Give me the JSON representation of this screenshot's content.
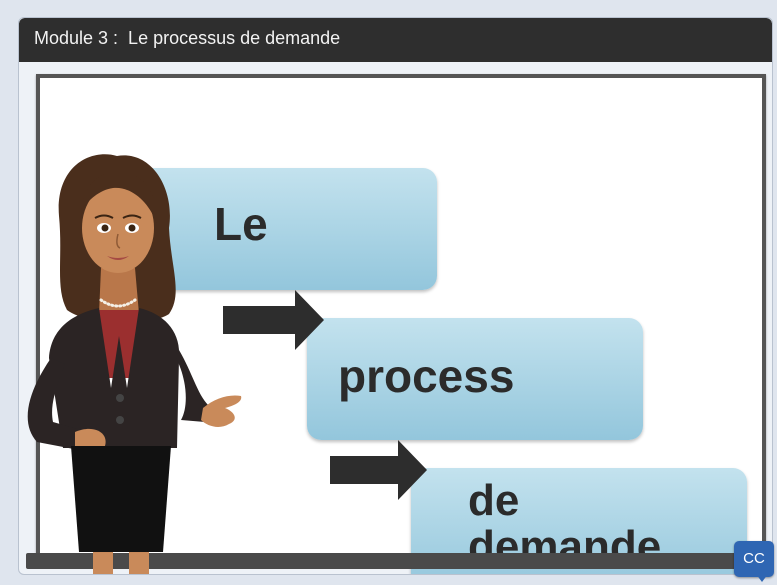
{
  "header": {
    "title": "Module 3 :  Le processus de demande"
  },
  "diagram": {
    "steps": [
      {
        "label": "Le"
      },
      {
        "label": "process"
      },
      {
        "label": "de\ndemande"
      }
    ]
  },
  "controls": {
    "captions_label": "CC"
  },
  "icons": {
    "captions": "closed-captions-icon",
    "connector": "elbow-arrow-icon"
  },
  "colors": {
    "box": "#a9d3e4",
    "titlebar": "#2e2e2e",
    "cc": "#2f66b3"
  }
}
